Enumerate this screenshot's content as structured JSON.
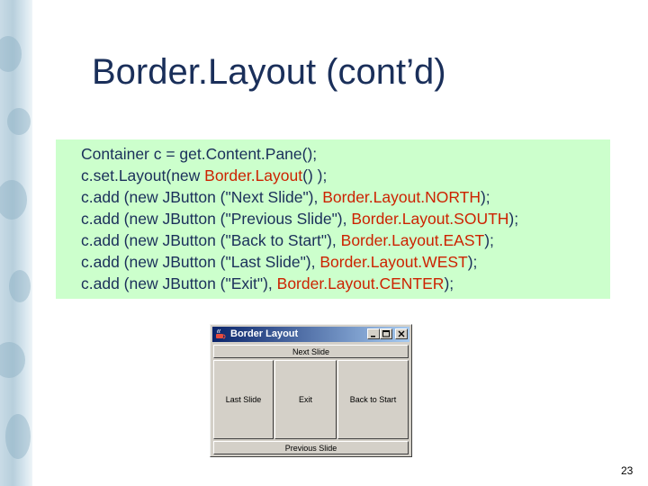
{
  "slide": {
    "title": "Border.Layout (cont’d)",
    "page_number": "23"
  },
  "code": {
    "l1": "Container c = get.Content.Pane();",
    "l2a": "c.set.Layout(new ",
    "l2b": "Border.Layout",
    "l2c": "() );",
    "l3a": "c.add (new JButton (\"Next Slide\"), ",
    "l3b": "Border.Layout.",
    "l3c": "NORTH",
    "l3d": ");",
    "l4a": "c.add (new JButton (\"Previous Slide\"), ",
    "l4b": "Border.Layout.",
    "l4c": "SOUTH",
    "l4d": ");",
    "l5a": "c.add (new JButton (\"Back to Start\"), ",
    "l5b": "Border.Layout.",
    "l5c": "EAST",
    "l5d": ");",
    "l6a": "c.add (new JButton (\"Last Slide\"), ",
    "l6b": "Border.Layout.",
    "l6c": "WEST",
    "l6d": ");",
    "l7a": "c.add (new JButton (\"Exit\"), ",
    "l7b": "Border.Layout.",
    "l7c": "CENTER",
    "l7d": ");"
  },
  "window": {
    "title": "Border Layout",
    "north": "Next Slide",
    "west": "Last Slide",
    "center": "Exit",
    "east": "Back to Start",
    "south": "Previous Slide"
  },
  "colors": {
    "code_background": "#ccffcc",
    "code_text": "#1a2f5a",
    "keyword_red": "#cc2200",
    "titlebar_start": "#0a246a",
    "titlebar_end": "#a6caf0"
  }
}
